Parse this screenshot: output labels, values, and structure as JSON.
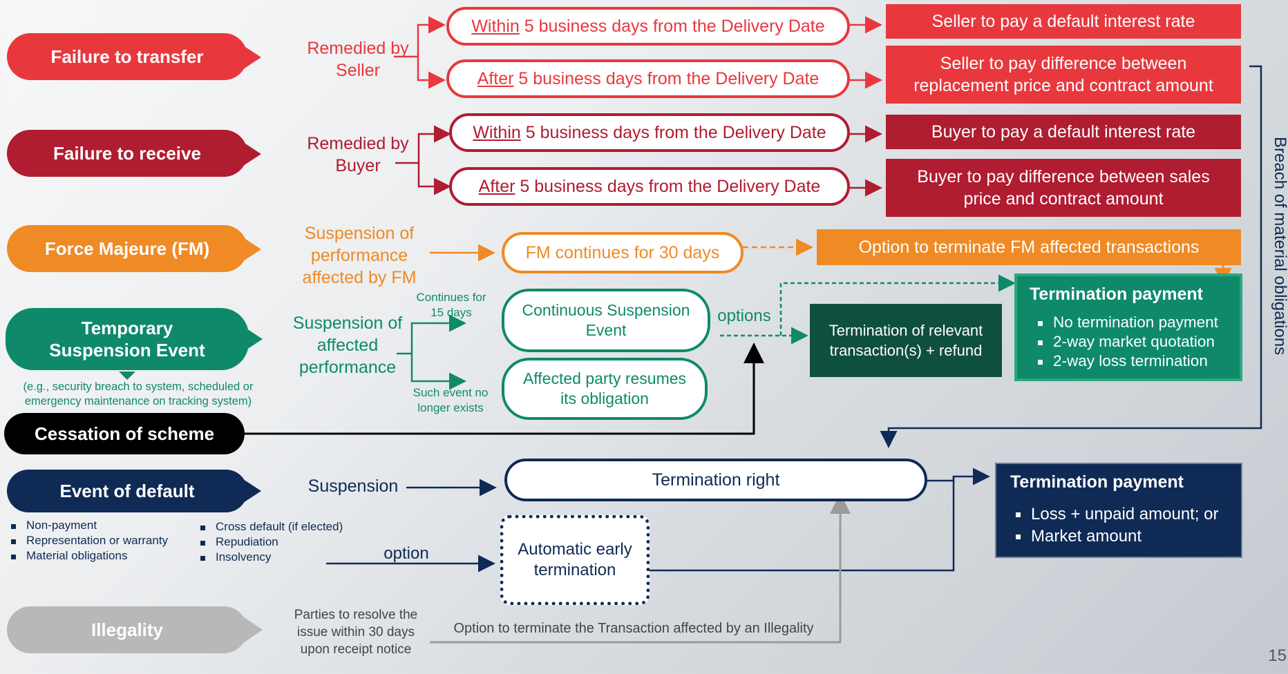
{
  "events": {
    "failure_transfer": "Failure to transfer",
    "failure_receive": "Failure to receive",
    "force_majeure": "Force Majeure (FM)",
    "temp_suspension": "Temporary Suspension Event",
    "temp_suspension_note": "(e.g., security breach to system, scheduled or emergency maintenance on tracking system)",
    "cessation": "Cessation of scheme",
    "event_of_default": "Event of default",
    "illegality": "Illegality"
  },
  "labels": {
    "remedied_seller": "Remedied by Seller",
    "remedied_buyer": "Remedied by Buyer",
    "fm_suspension": "Suspension of performance affected by FM",
    "tse_suspension": "Suspension of affected performance",
    "continues_15": "Continues for 15 days",
    "no_longer_exists": "Such event no longer exists",
    "options": "options",
    "suspension": "Suspension",
    "option": "option",
    "illegality_resolve": "Parties to resolve the issue within 30 days upon receipt notice",
    "illegality_option": "Option to terminate the Transaction affected by an Illegality",
    "breach_vertical": "Breach of material obligations",
    "page_number": "15"
  },
  "timing": {
    "within": "Within",
    "after": "After",
    "rest": " 5 business days from the Delivery Date"
  },
  "outcomes": {
    "seller_interest": "Seller to pay a default interest rate",
    "seller_difference": "Seller to pay difference between replacement price and contract amount",
    "buyer_interest": "Buyer to pay a default interest rate",
    "buyer_difference": "Buyer to pay difference between sales price and contract amount",
    "fm_continues": "FM continues for 30 days",
    "fm_option": "Option to terminate FM affected transactions",
    "cont_suspension": "Continuous Suspension Event",
    "resumes": "Affected party resumes its obligation",
    "termination_relevant": "Termination of relevant transaction(s) + refund",
    "termination_right": "Termination right",
    "auto_early": "Automatic early termination"
  },
  "termination_payment_green": {
    "title": "Termination payment",
    "items": [
      "No termination payment",
      "2-way market quotation",
      "2-way loss termination"
    ]
  },
  "termination_payment_navy": {
    "title": "Termination payment",
    "items": [
      "Loss + unpaid amount; or",
      "Market amount"
    ]
  },
  "default_items_left": [
    "Non-payment",
    "Representation or warranty",
    "Material obligations"
  ],
  "default_items_right": [
    "Cross default (if elected)",
    "Repudiation",
    "Insolvency"
  ],
  "colors": {
    "red": "#e8383d",
    "darkred": "#b01c30",
    "orange": "#ef8a25",
    "teal": "#0e8a6a",
    "darkteal": "#0f4f3d",
    "navy": "#0f2a55",
    "gray": "#b8b8b8",
    "black": "#000000"
  }
}
